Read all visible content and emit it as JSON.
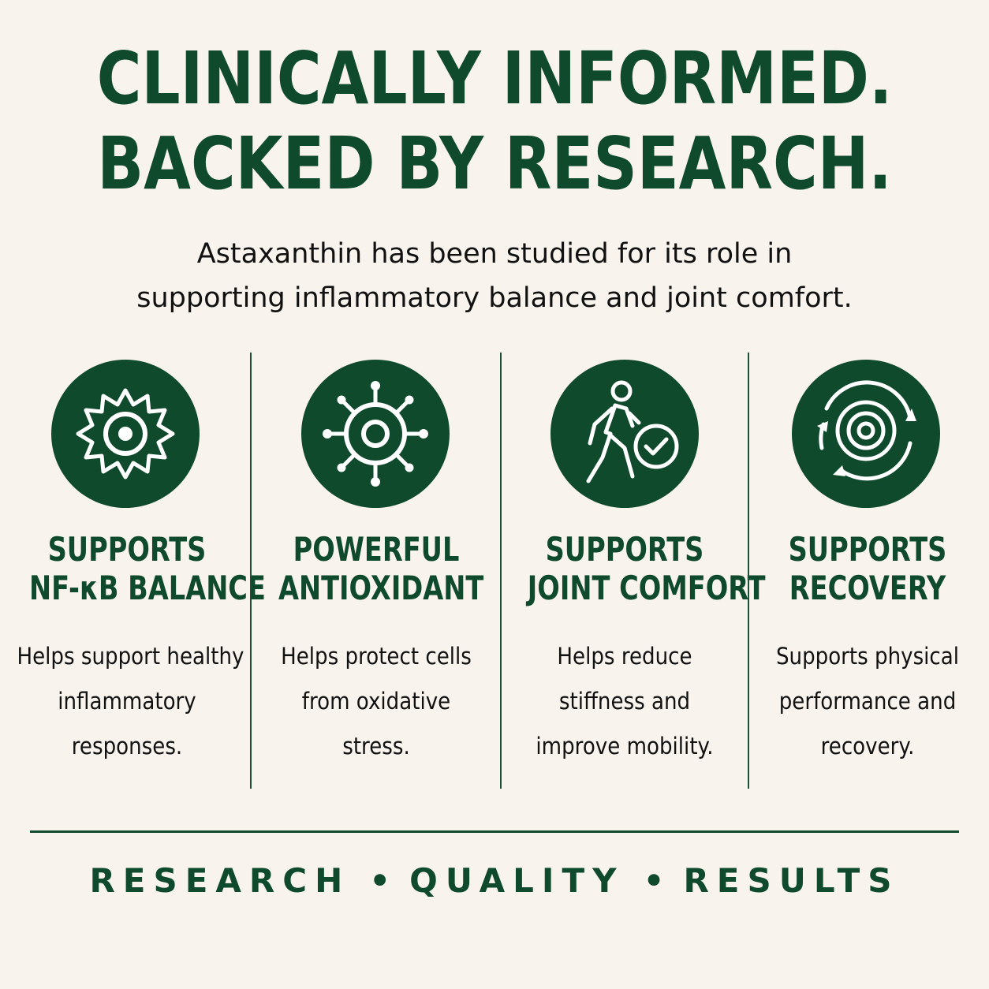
{
  "headline": {
    "line1": "CLINICALLY INFORMED.",
    "line2": "BACKED BY RESEARCH."
  },
  "subhead": {
    "line1": "Astaxanthin has been studied for its role in",
    "line2": "supporting inflammatory balance and joint comfort."
  },
  "columns": [
    {
      "icon": "cell-icon",
      "title_line1": "SUPPORTS",
      "title_line2": "NF-κB BALANCE",
      "body_line1": "Helps support healthy",
      "body_line2": "inflammatory",
      "body_line3": "responses."
    },
    {
      "icon": "antioxidant-molecule-icon",
      "title_line1": "POWERFUL",
      "title_line2": "ANTIOXIDANT",
      "body_line1": "Helps protect cells",
      "body_line2": "from oxidative",
      "body_line3": "stress."
    },
    {
      "icon": "walking-person-check-icon",
      "title_line1": "SUPPORTS",
      "title_line2": "JOINT COMFORT",
      "body_line1": "Helps reduce",
      "body_line2": "stiffness and",
      "body_line3": "improve mobility."
    },
    {
      "icon": "target-recovery-icon",
      "title_line1": "SUPPORTS",
      "title_line2": "RECOVERY",
      "body_line1": "Supports physical",
      "body_line2": "performance and",
      "body_line3": "recovery."
    }
  ],
  "footer": {
    "word1": "RESEARCH",
    "separator": "•",
    "word2": "QUALITY",
    "word3": "RESULTS"
  },
  "colors": {
    "brand_green": "#0f4a2c",
    "background": "#f8f4ed",
    "text": "#111111"
  }
}
